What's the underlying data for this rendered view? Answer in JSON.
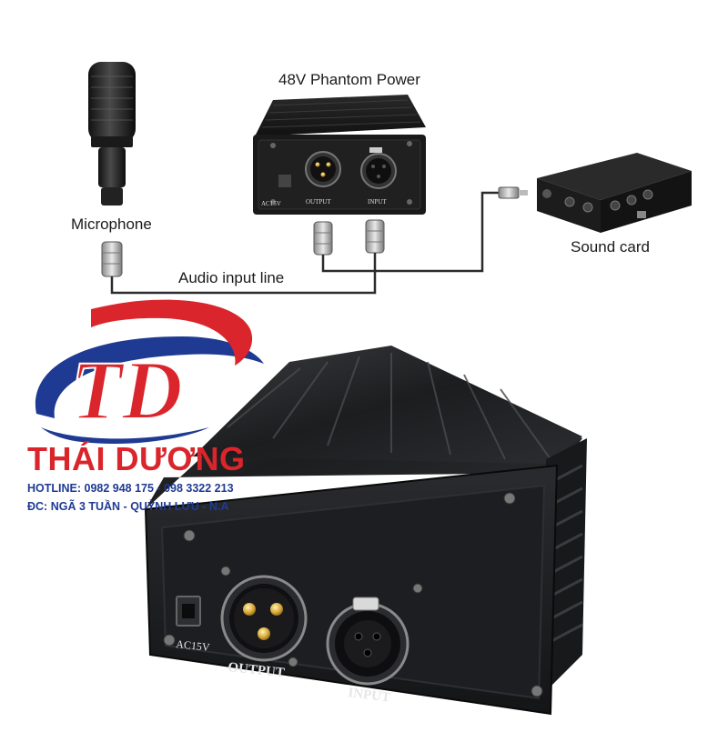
{
  "diagram": {
    "title": "48V Phantom Power",
    "microphone_label": "Microphone",
    "audio_line_label": "Audio input line",
    "sound_card_label": "Sound card",
    "small_device": {
      "power_label": "AC15V",
      "output_label": "OUTPUT",
      "input_label": "INPUT"
    }
  },
  "device_photo": {
    "power_label": "AC15V",
    "output_label": "OUTPUT",
    "input_label": "INPUT"
  },
  "brand": {
    "logo_letters": "TD",
    "name": "THÁI DƯƠNG",
    "hotline": "HOTLINE: 0982 948 175 - 098 3322 213",
    "address": "ĐC: NGÃ 3 TUẦN - QUỲNH LƯU - N.A",
    "colors": {
      "red": "#d9252b",
      "blue": "#1f3a93"
    }
  }
}
